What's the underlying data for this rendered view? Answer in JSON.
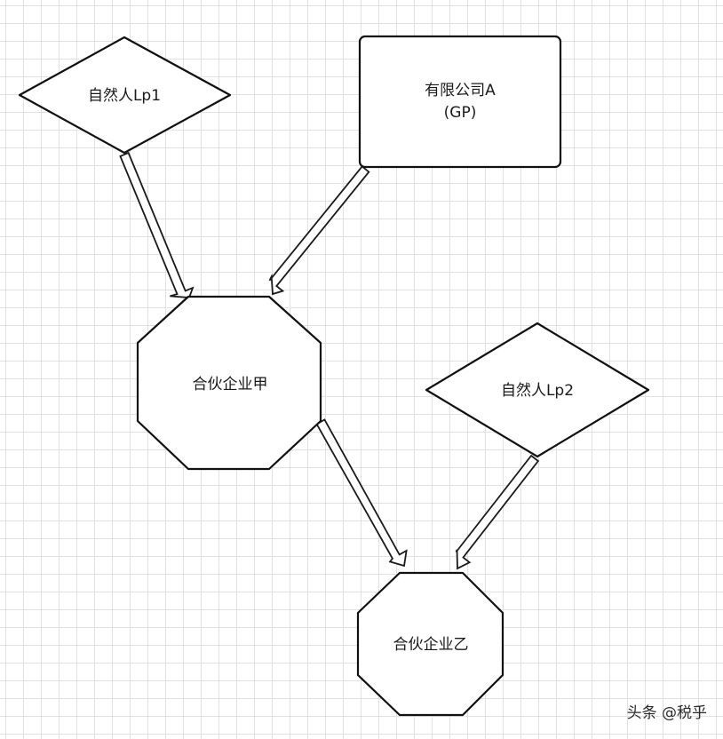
{
  "nodes": {
    "natural_person_lp1": {
      "label": "自然人Lp1",
      "shape": "diamond"
    },
    "limited_company_a": {
      "label_line1": "有限公司A",
      "label_line2": "(GP)",
      "shape": "rectangle"
    },
    "partnership_jia": {
      "label": "合伙企业甲",
      "shape": "octagon"
    },
    "natural_person_lp2": {
      "label": "自然人Lp2",
      "shape": "diamond"
    },
    "partnership_yi": {
      "label": "合伙企业乙",
      "shape": "octagon"
    }
  },
  "edges": [
    {
      "from": "自然人Lp1",
      "to": "合伙企业甲"
    },
    {
      "from": "有限公司A",
      "to": "合伙企业甲"
    },
    {
      "from": "合伙企业甲",
      "to": "合伙企业乙"
    },
    {
      "from": "自然人Lp2",
      "to": "合伙企业乙"
    }
  ],
  "watermark": {
    "text": "头条 @税乎"
  }
}
